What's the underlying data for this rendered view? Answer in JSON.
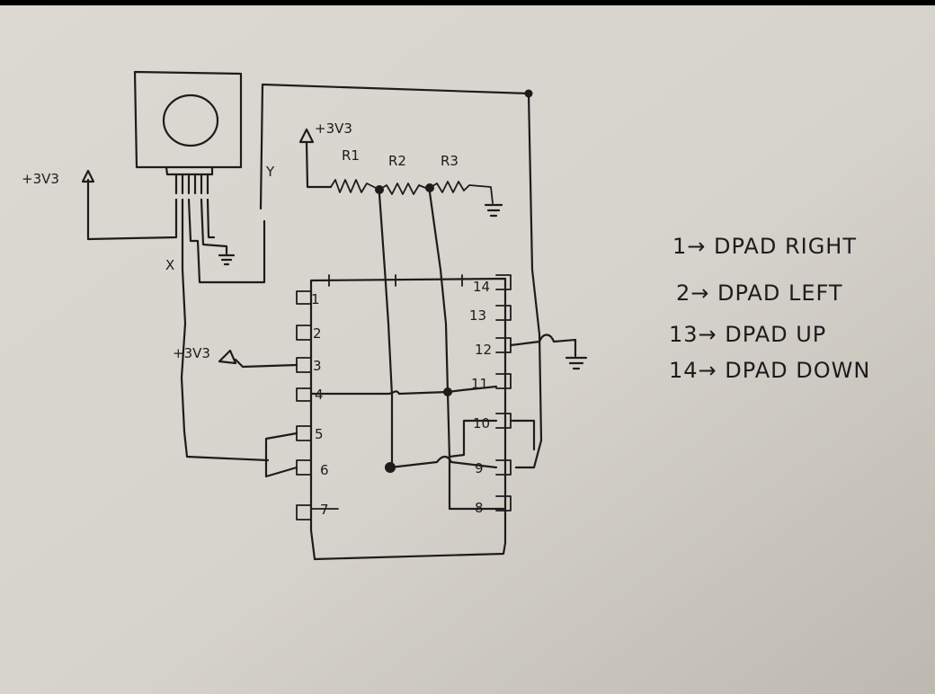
{
  "supply_labels": {
    "left": "+3V3",
    "top": "+3V3",
    "mid": "+3V3"
  },
  "joystick_labels": {
    "x": "X",
    "y": "Y"
  },
  "resistors": [
    {
      "id": "r1",
      "label": "R1"
    },
    {
      "id": "r2",
      "label": "R2"
    },
    {
      "id": "r3",
      "label": "R3"
    }
  ],
  "chip_pins_left": [
    "1",
    "2",
    "3",
    "4",
    "5",
    "6",
    "7"
  ],
  "chip_pins_right": [
    "14",
    "13",
    "12",
    "11",
    "10",
    "9",
    "8"
  ],
  "legend": [
    {
      "pin": "1",
      "text": "1→ DPAD  RIGHT"
    },
    {
      "pin": "2",
      "text": "2→ DPAD  LEFT"
    },
    {
      "pin": "13",
      "text": "13→ DPAD  UP"
    },
    {
      "pin": "14",
      "text": "14→ DPAD  DOWN"
    }
  ],
  "colors": {
    "ink": "#1c1c1c",
    "paper": "#d8d4cc"
  }
}
